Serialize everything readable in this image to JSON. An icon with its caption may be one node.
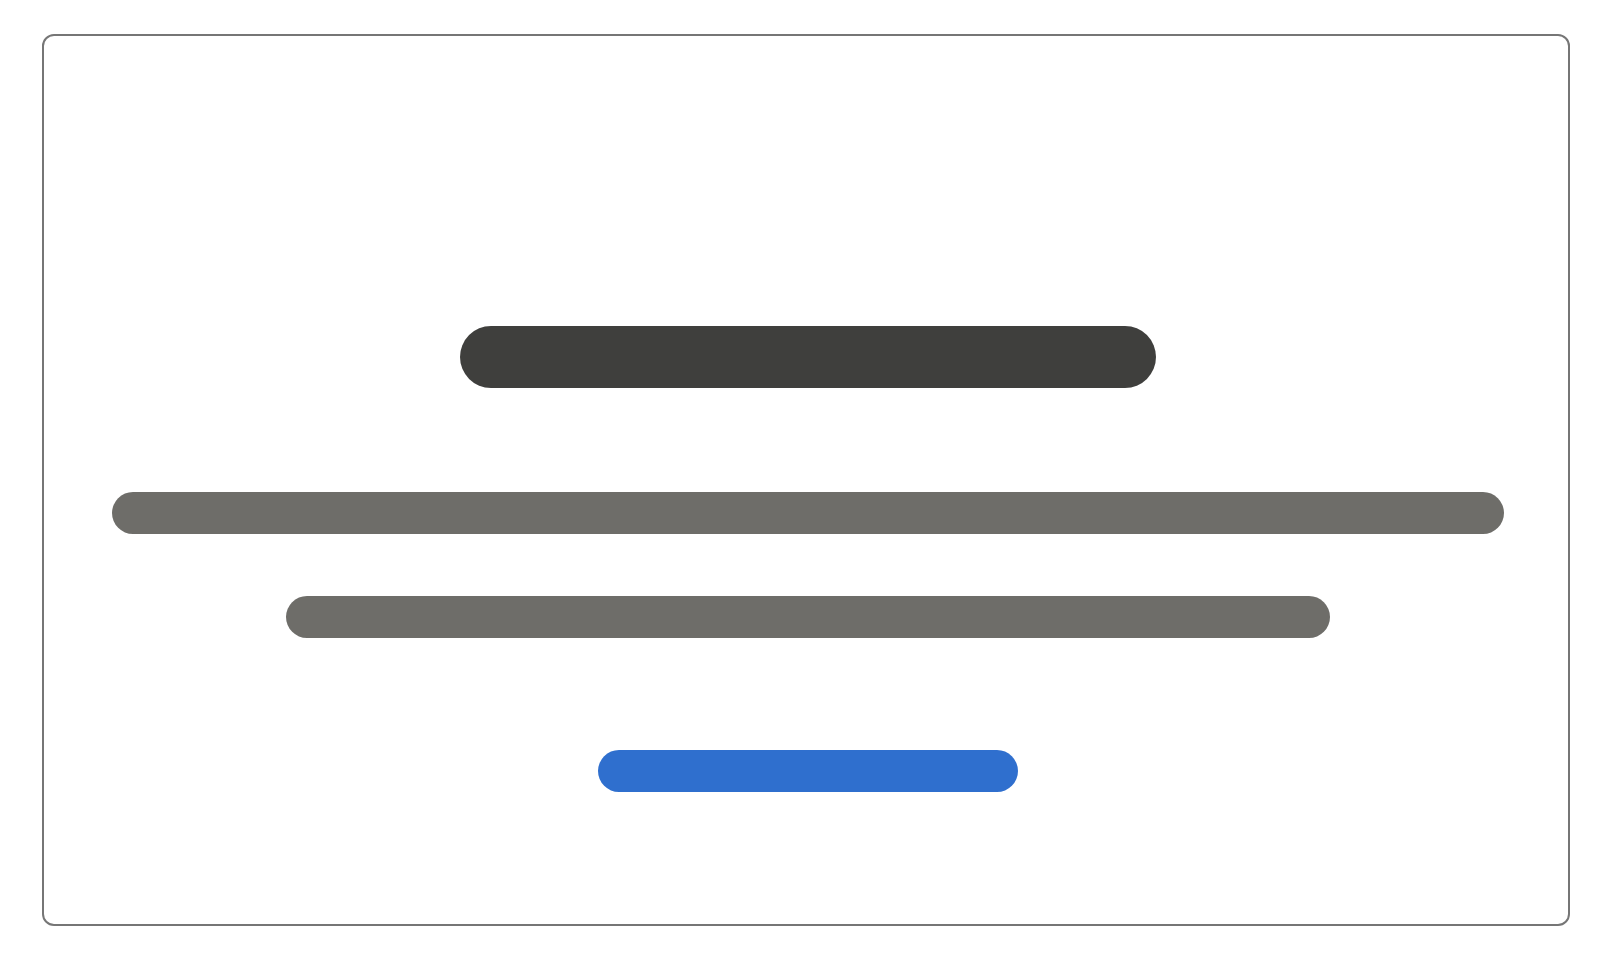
{
  "diagram": {
    "nodes": [
      {
        "text": [],
        "shape": "box"
      },
      {
        "text": [],
        "shape": "bar",
        "in": 0
      },
      {
        "text": [],
        "shape": "bar",
        "in": 0
      },
      {
        "text": [],
        "shape": "bar",
        "in": 0
      },
      {
        "text": [],
        "shape": "bar",
        "in": 0
      }
    ]
  }
}
